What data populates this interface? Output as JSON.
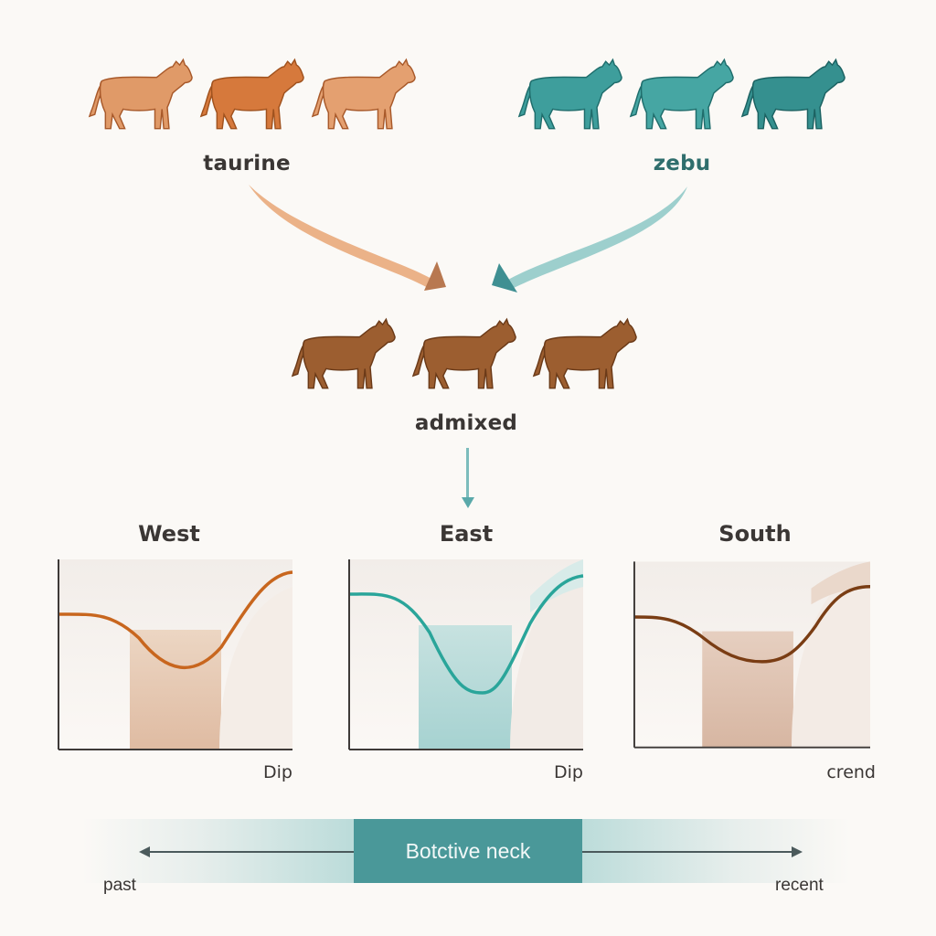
{
  "groups": {
    "taurine": {
      "label": "taurine",
      "color": "#d98a55",
      "count": 3
    },
    "zebu": {
      "label": "zebu",
      "color": "#3a9a9a",
      "count": 3
    },
    "admixed": {
      "label": "admixed",
      "color": "#9a5a2e",
      "count": 3
    }
  },
  "colors": {
    "background": "#fbf9f6",
    "taurine_arrow": "#ebb288",
    "zebu_arrow": "#9dcfcd",
    "down_arrow": "#6fb5b5",
    "west_line": "#c8661e",
    "east_line": "#2aa59a",
    "south_line": "#7a3d14",
    "bottleneck_box": "#4a9899"
  },
  "panels": [
    {
      "title": "West",
      "xlabel": "Dip"
    },
    {
      "title": "East",
      "xlabel": "Dip"
    },
    {
      "title": "South",
      "xlabel": "crend"
    }
  ],
  "timeline": {
    "box_label": "Botctive neck",
    "left_label": "past",
    "right_label": "recent"
  },
  "chart_data": [
    {
      "type": "line",
      "title": "West",
      "xlabel": "Dip",
      "ylabel": "",
      "x": [
        0,
        0.1,
        0.2,
        0.3,
        0.4,
        0.5,
        0.6,
        0.7,
        0.8,
        0.9,
        1.0
      ],
      "values": [
        0.74,
        0.74,
        0.73,
        0.62,
        0.47,
        0.44,
        0.52,
        0.7,
        0.86,
        0.92,
        0.93
      ],
      "shaded_region": {
        "x_start": 0.3,
        "x_end": 0.7,
        "y_top": 0.63
      },
      "grid": false
    },
    {
      "type": "line",
      "title": "East",
      "xlabel": "Dip",
      "ylabel": "",
      "x": [
        0,
        0.1,
        0.2,
        0.3,
        0.4,
        0.5,
        0.6,
        0.7,
        0.8,
        0.9,
        1.0
      ],
      "values": [
        0.83,
        0.83,
        0.8,
        0.62,
        0.38,
        0.3,
        0.4,
        0.66,
        0.86,
        0.93,
        0.94
      ],
      "shaded_region": {
        "x_start": 0.3,
        "x_end": 0.69,
        "y_top": 0.66
      },
      "grid": false
    },
    {
      "type": "line",
      "title": "South",
      "xlabel": "crend",
      "ylabel": "",
      "x": [
        0,
        0.1,
        0.2,
        0.3,
        0.4,
        0.5,
        0.6,
        0.7,
        0.8,
        0.9,
        1.0
      ],
      "values": [
        0.7,
        0.69,
        0.63,
        0.52,
        0.47,
        0.47,
        0.52,
        0.68,
        0.83,
        0.87,
        0.87
      ],
      "shaded_region": {
        "x_start": 0.29,
        "x_end": 0.67,
        "y_top": 0.63
      },
      "grid": false
    }
  ]
}
